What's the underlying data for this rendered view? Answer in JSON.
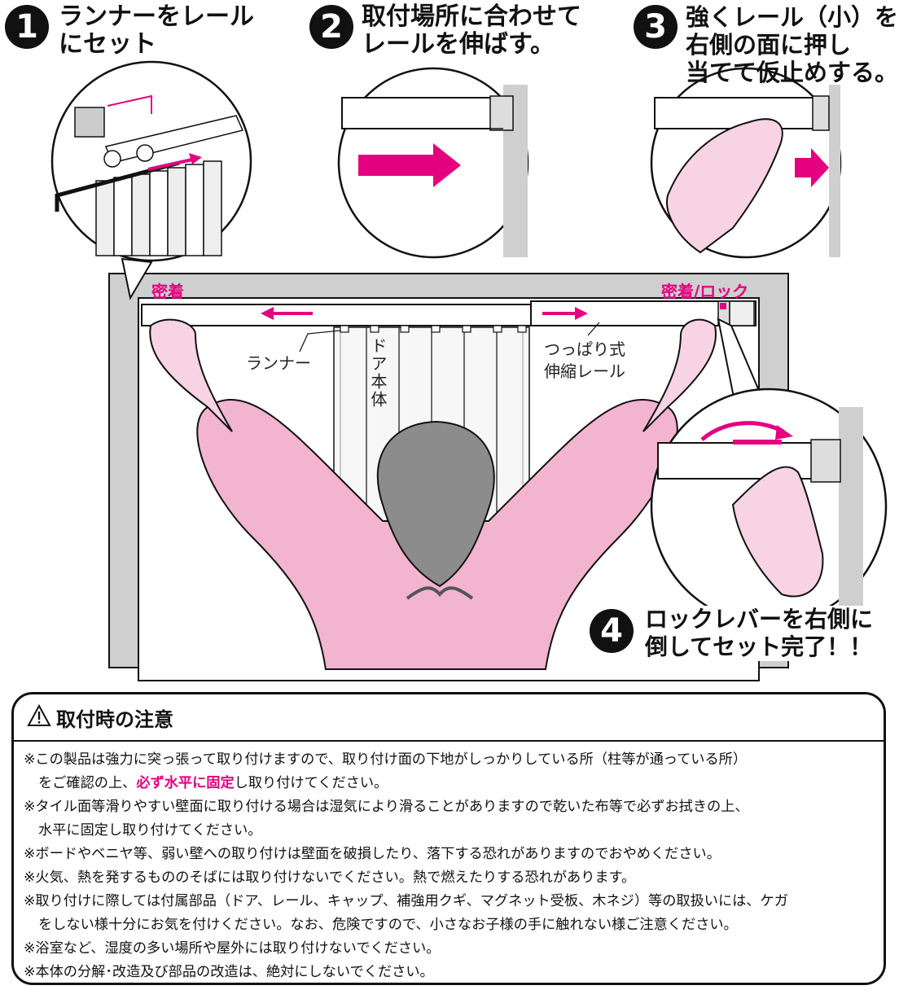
{
  "steps": [
    {
      "number": "1",
      "line1": "ランナーをレール",
      "line2": "にセット"
    },
    {
      "number": "2",
      "line1": "取付場所に合わせて",
      "line2": "レールを伸ばす。"
    },
    {
      "number": "3",
      "line1": "強くレール（小）を",
      "line2": "右側の面に押し",
      "line3": "当てて仮止めする。"
    },
    {
      "number": "4",
      "line1": "ロックレバーを右側に",
      "line2": "倒してセット完了！！"
    }
  ],
  "labels": {
    "left_contact": "密着",
    "right_contact": "密着/ロック",
    "runner": "ランナー",
    "door_body": "ドア本体",
    "rail_line1": "つっぱり式",
    "rail_line2": "伸縮レール"
  },
  "colors": {
    "accent": "#e4007f",
    "skin": "#f7d3e3",
    "shirt": "#f2b4cf",
    "hair": "#8c8c8c",
    "wall": "#cfcfcf"
  },
  "notice": {
    "icon": "warning-icon",
    "title": "取付時の注意",
    "n1a": "※この製品は強力に突っ張って取り付けますので、取り付け面の下地がしっかりしている所（柱等が通っている所）",
    "n1b_pre": "をご確認の上、",
    "n1b_hl": "必ず水平に固定",
    "n1b_post": "し取り付けてください。",
    "n2a": "※タイル面等滑りやすい壁面に取り付ける場合は湿気により滑ることがありますので乾いた布等で必ずお拭きの上、",
    "n2b": "水平に固定し取り付けてください。",
    "n3": "※ボードやベニヤ等、弱い壁への取り付けは壁面を破損したり、落下する恐れがありますのでおやめください。",
    "n4": "※火気、熱を発するもののそばには取り付けないでください。熱で燃えたりする恐れがあります。",
    "n5a": "※取り付けに際しては付属部品（ドア、レール、キャップ、補強用クギ、マグネット受板、木ネジ）等の取扱いには、ケガ",
    "n5b": "をしない様十分にお気を付けください。なお、危険ですので、小さなお子様の手に触れない様ご注意ください。",
    "n6": "※浴室など、湿度の多い場所や屋外には取り付けないでください。",
    "n7": "※本体の分解･改造及び部品の改造は、絶対にしないでください。"
  }
}
